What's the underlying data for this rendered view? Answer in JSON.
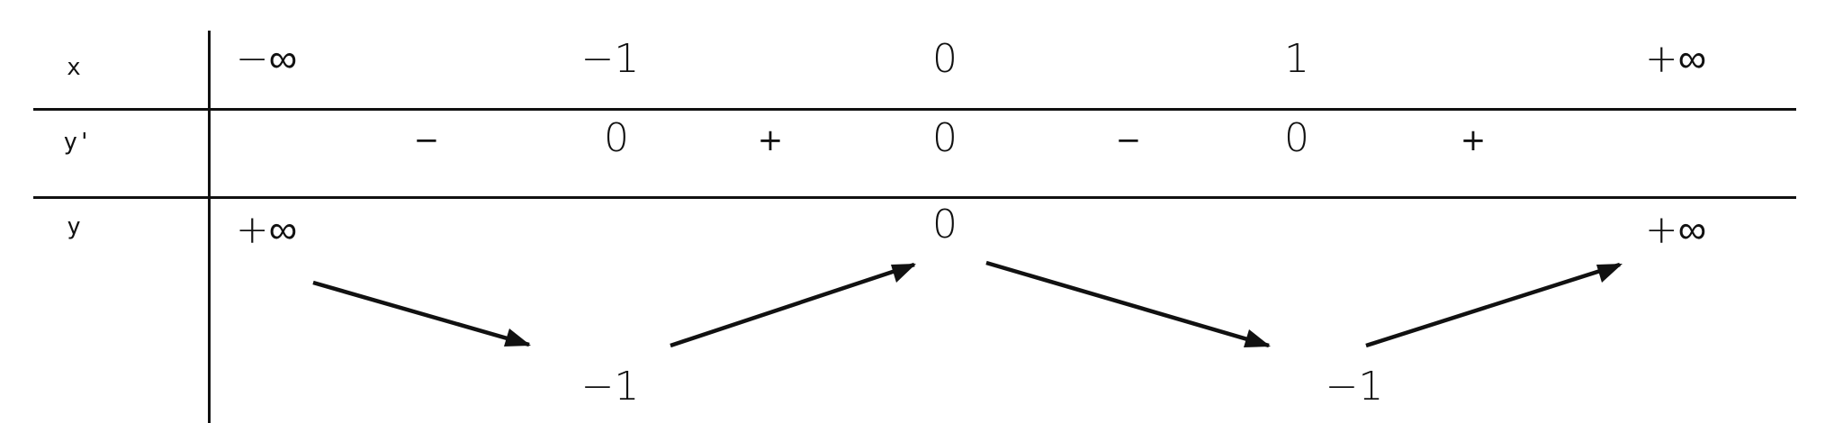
{
  "table": {
    "row_labels": {
      "x": "x",
      "yprime": "y'",
      "y": "y"
    },
    "x_values": [
      "−∞",
      "−1",
      "0",
      "1",
      "+∞"
    ],
    "yprime_entries": [
      "−",
      "0",
      "+",
      "0",
      "−",
      "0",
      "+"
    ],
    "y_values": {
      "left": "+∞",
      "min1": "−1",
      "mid": "0",
      "min2": "−1",
      "right": "+∞"
    },
    "arrow_directions": [
      "decreasing",
      "increasing",
      "decreasing",
      "increasing"
    ]
  }
}
